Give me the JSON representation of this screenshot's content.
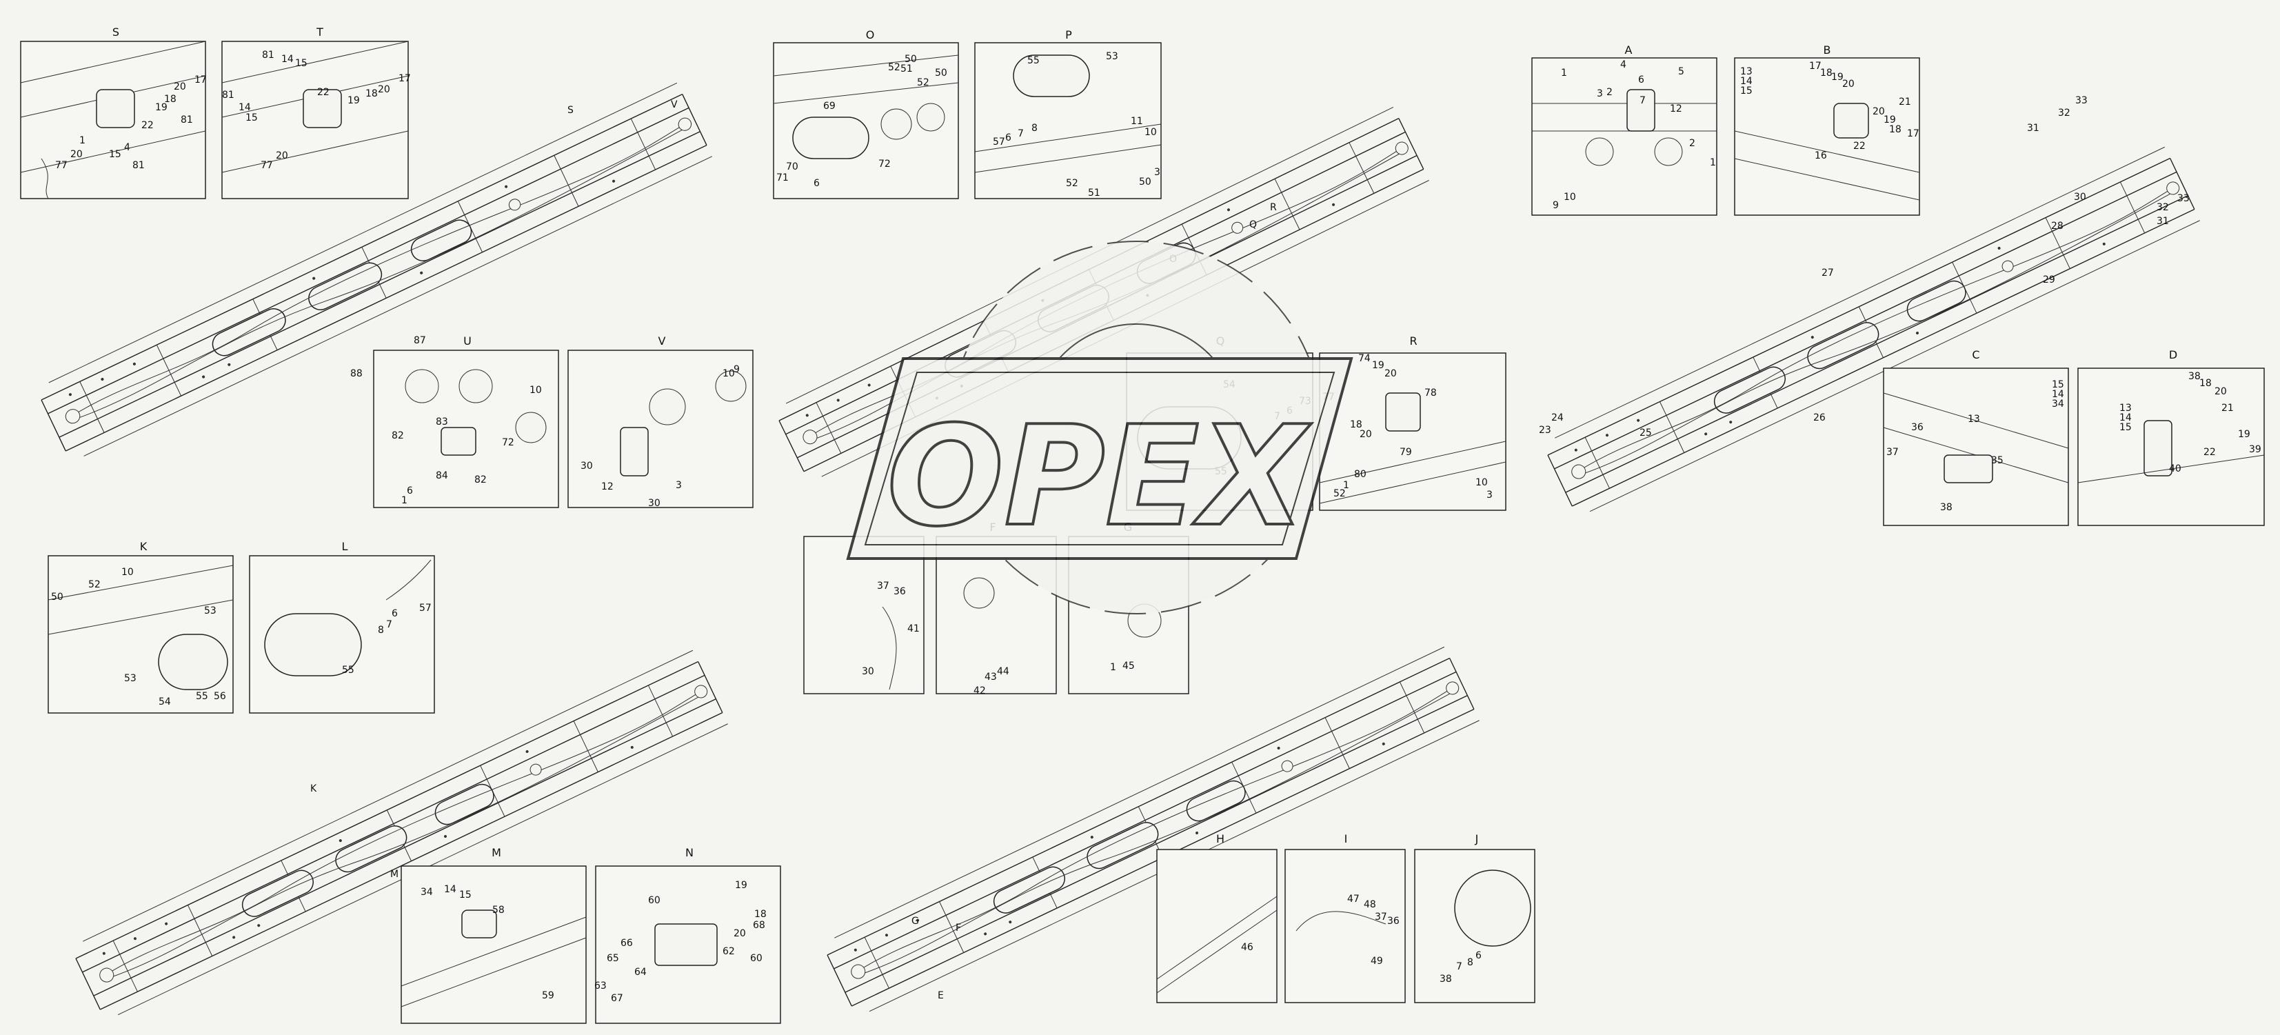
{
  "diagram": {
    "watermark": "OPEX",
    "panel_letters": [
      "S",
      "T",
      "O",
      "P",
      "A",
      "B",
      "U",
      "V",
      "Q",
      "R",
      "C",
      "D",
      "K",
      "L",
      "F",
      "G",
      "M",
      "N",
      "H",
      "I",
      "J"
    ],
    "chassis_callouts": {
      "chassis1": [
        "S",
        "V",
        "87",
        "88"
      ],
      "chassis2": [
        "O",
        "Q",
        "R"
      ],
      "chassis3": [
        "33",
        "32",
        "31",
        "30",
        "32",
        "33",
        "31",
        "28",
        "29",
        "27",
        "26",
        "25",
        "24",
        "23"
      ],
      "chassis4": [
        "K",
        "M"
      ],
      "chassis5": [
        "G",
        "F",
        "E"
      ]
    },
    "panels": {
      "S": [
        "17",
        "20",
        "18",
        "19",
        "22",
        "81",
        "15",
        "20",
        "77",
        "81",
        "4",
        "1"
      ],
      "T": [
        "81",
        "14",
        "15",
        "17",
        "22",
        "19",
        "18",
        "20",
        "81",
        "14",
        "15",
        "20",
        "77"
      ],
      "O": [
        "50",
        "52",
        "51",
        "50",
        "52",
        "71",
        "69",
        "70",
        "72",
        "6"
      ],
      "P": [
        "55",
        "53",
        "57",
        "6",
        "7",
        "8",
        "11",
        "10",
        "52",
        "51",
        "50",
        "3"
      ],
      "A": [
        "1",
        "4",
        "5",
        "2",
        "3",
        "6",
        "12",
        "7",
        "1",
        "2",
        "9",
        "10"
      ],
      "B": [
        "13",
        "14",
        "15",
        "17",
        "18",
        "19",
        "20",
        "21",
        "16",
        "22",
        "20",
        "19",
        "18",
        "17"
      ],
      "U": [
        "10",
        "82",
        "83",
        "84",
        "82",
        "72",
        "6",
        "1"
      ],
      "V": [
        "10",
        "9",
        "30",
        "12",
        "30",
        "3"
      ],
      "Q": [
        "54",
        "73",
        "6",
        "7",
        "55"
      ],
      "R": [
        "74",
        "19",
        "20",
        "78",
        "77",
        "18",
        "20",
        "79",
        "1",
        "52",
        "80",
        "10",
        "3"
      ],
      "C": [
        "15",
        "14",
        "34",
        "13",
        "36",
        "37",
        "35",
        "38"
      ],
      "D": [
        "38",
        "18",
        "20",
        "13",
        "14",
        "15",
        "21",
        "22",
        "19",
        "39",
        "40"
      ],
      "K": [
        "50",
        "52",
        "10",
        "53",
        "53",
        "54",
        "55",
        "56"
      ],
      "L": [
        "55",
        "57",
        "6",
        "7",
        "8"
      ],
      "F": [
        "36",
        "37",
        "41",
        "30"
      ],
      "G": [
        "1",
        "45",
        "42",
        "43",
        "44"
      ],
      "M": [
        "34",
        "14",
        "15",
        "58",
        "59"
      ],
      "N": [
        "19",
        "18",
        "60",
        "68",
        "20",
        "62",
        "63",
        "64",
        "65",
        "66",
        "67",
        "60"
      ],
      "H": [
        "46"
      ],
      "I": [
        "47",
        "48",
        "37",
        "36",
        "49"
      ],
      "J": [
        "38",
        "7",
        "8",
        "6"
      ]
    }
  }
}
